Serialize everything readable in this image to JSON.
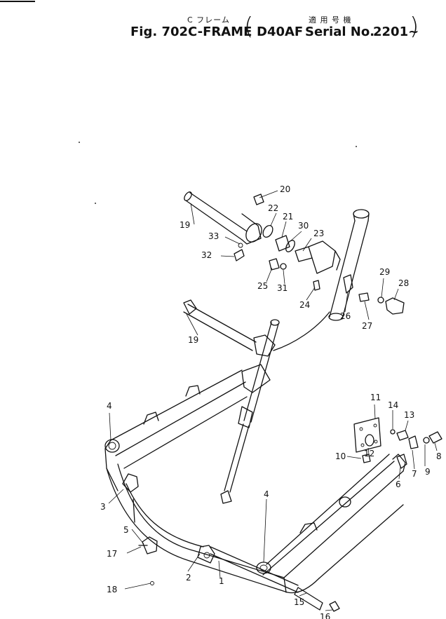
{
  "header": {
    "fig_label": "Fig. 702",
    "title_jp": "C フレーム",
    "title_en": "C-FRAME",
    "applicability_jp": "適 用 号 機",
    "model": "D40AF",
    "serial_label": "Serial No.",
    "serial_range": "2201~"
  },
  "parts": [
    {
      "no": "1"
    },
    {
      "no": "2"
    },
    {
      "no": "3"
    },
    {
      "no": "4"
    },
    {
      "no": "4"
    },
    {
      "no": "5"
    },
    {
      "no": "6"
    },
    {
      "no": "7"
    },
    {
      "no": "8"
    },
    {
      "no": "9"
    },
    {
      "no": "10"
    },
    {
      "no": "11"
    },
    {
      "no": "12"
    },
    {
      "no": "13"
    },
    {
      "no": "14"
    },
    {
      "no": "15"
    },
    {
      "no": "16"
    },
    {
      "no": "17"
    },
    {
      "no": "18"
    },
    {
      "no": "19"
    },
    {
      "no": "19"
    },
    {
      "no": "20"
    },
    {
      "no": "21"
    },
    {
      "no": "22"
    },
    {
      "no": "23"
    },
    {
      "no": "24"
    },
    {
      "no": "25"
    },
    {
      "no": "26"
    },
    {
      "no": "27"
    },
    {
      "no": "28"
    },
    {
      "no": "29"
    },
    {
      "no": "30"
    },
    {
      "no": "31"
    },
    {
      "no": "32"
    },
    {
      "no": "33"
    }
  ]
}
